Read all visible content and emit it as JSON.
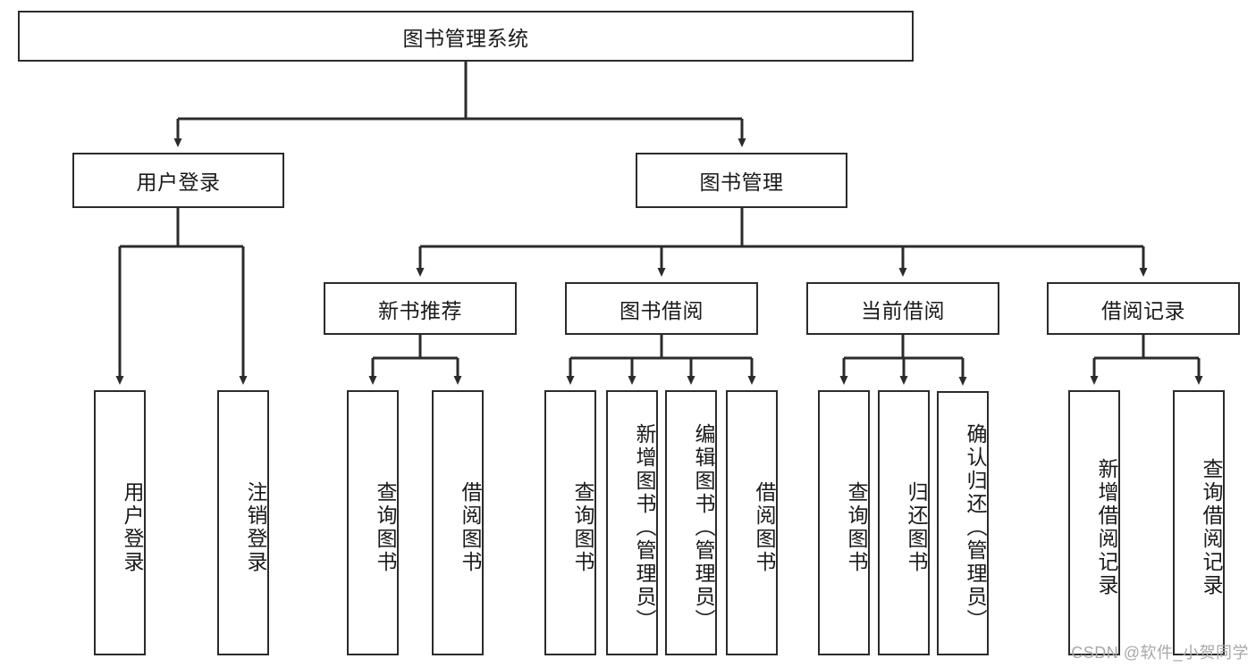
{
  "diagram": {
    "title": "图书管理系统",
    "watermark": "CSDN @软件_小贺同学",
    "line_color": "#2b2b2b",
    "box_border_color": "#2b2b2b",
    "box_fill": "#ffffff",
    "text_color": "#1a1a1a",
    "watermark_color": "#a8a8a8",
    "nodes": {
      "root": "图书管理系统",
      "user_login": "用户登录",
      "book_manage": "图书管理",
      "new_book_rec": "新书推荐",
      "book_borrow": "图书借阅",
      "current_borrow": "当前借阅",
      "borrow_record": "借阅记录",
      "leaf_user_login": "用户登录",
      "leaf_logout": "注销登录",
      "leaf_query_book_1": "查询图书",
      "leaf_borrow_book_1": "借阅图书",
      "leaf_query_book_2": "查询图书",
      "leaf_add_book_admin": "新增图书（管理员）",
      "leaf_edit_book_admin": "编辑图书（管理员）",
      "leaf_borrow_book_2": "借阅图书",
      "leaf_query_book_3": "查询图书",
      "leaf_return_book": "归还图书",
      "leaf_confirm_return_admin": "确认归还（管理员）",
      "leaf_add_record": "新增借阅记录",
      "leaf_query_record": "查询借阅记录"
    }
  }
}
